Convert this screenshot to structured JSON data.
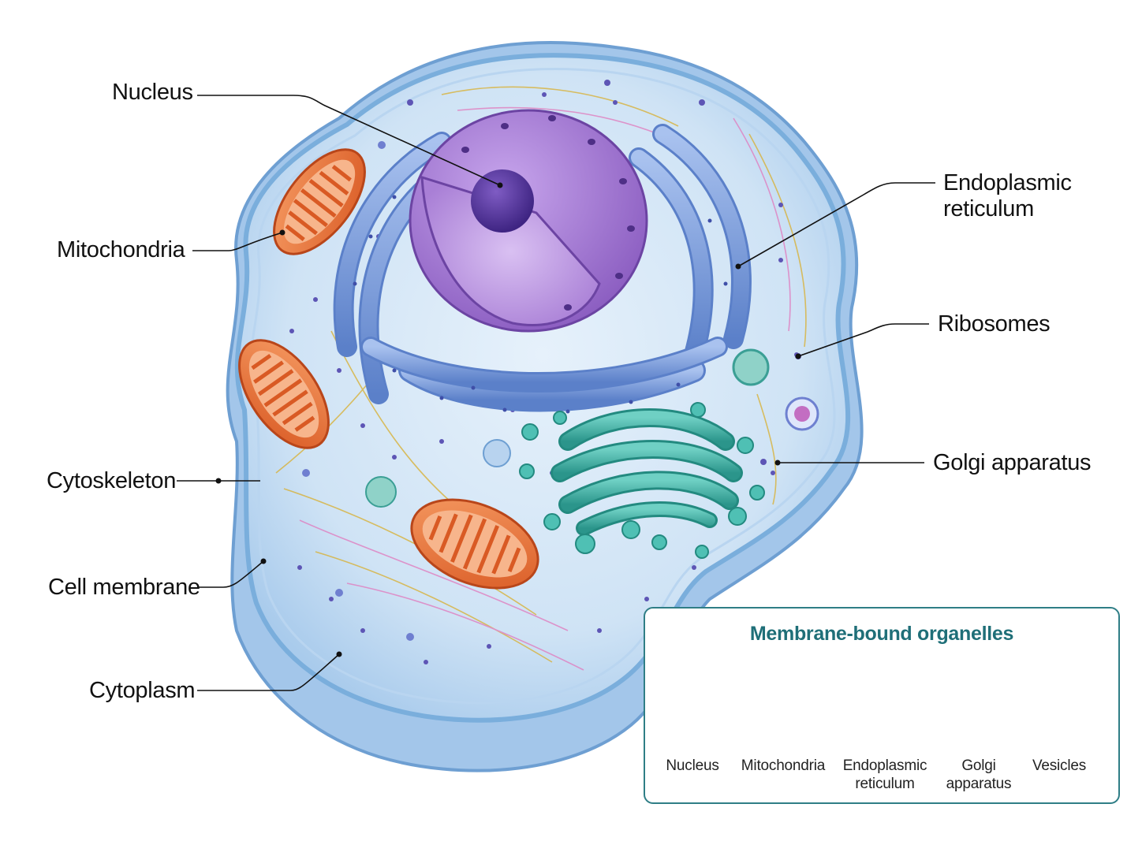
{
  "labels": {
    "nucleus": "Nucleus",
    "mitochondria": "Mitochondria",
    "cytoskeleton": "Cytoskeleton",
    "cell_membrane": "Cell membrane",
    "cytoplasm": "Cytoplasm",
    "er_line1": "Endoplasmic",
    "er_line2": "reticulum",
    "ribosomes": "Ribosomes",
    "golgi": "Golgi apparatus"
  },
  "legend": {
    "title": "Membrane-bound organelles",
    "items": [
      {
        "line1": "Nucleus",
        "line2": ""
      },
      {
        "line1": "Mitochondria",
        "line2": ""
      },
      {
        "line1": "Endoplasmic",
        "line2": "reticulum"
      },
      {
        "line1": "Golgi",
        "line2": "apparatus"
      },
      {
        "line1": "Vesicles",
        "line2": ""
      }
    ]
  },
  "colors": {
    "cytoplasm": "#cfe3f5",
    "membrane": "#7aaedc",
    "nucleus": "#9a6fc9",
    "nucleolus": "#5a3a9a",
    "er": "#6f95d6",
    "golgi": "#3fb1a6",
    "mitochondria": "#e8743a",
    "legend_border": "#2f7e86",
    "legend_title": "#1f6f78"
  }
}
